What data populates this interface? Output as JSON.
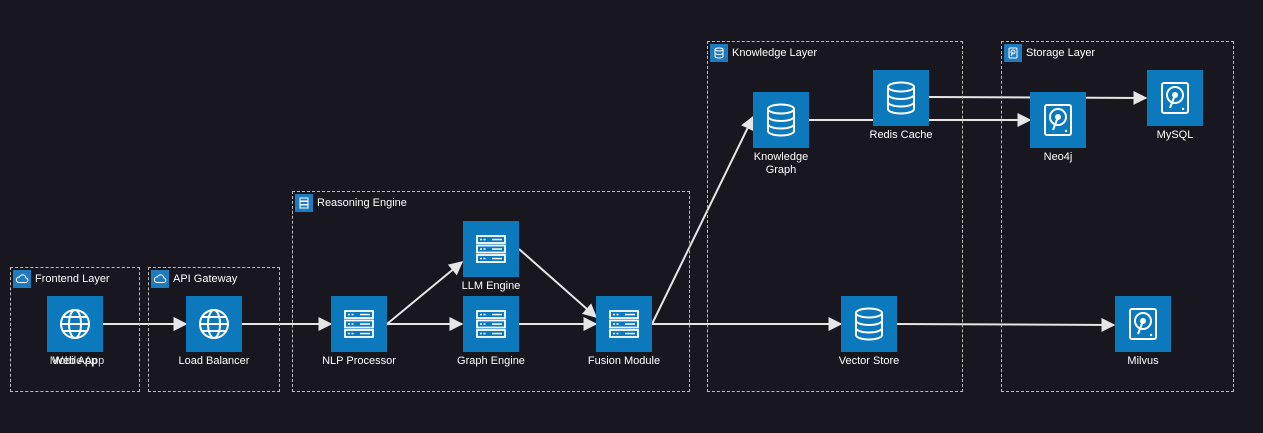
{
  "colors": {
    "background": "#18161f",
    "node_fill": "#0c79bd",
    "group_border": "#bcbcbc",
    "edge": "#e6e6e6",
    "text": "#ffffff"
  },
  "groups": [
    {
      "id": "frontend",
      "label": "Frontend Layer",
      "icon": "cloud-icon"
    },
    {
      "id": "gateway",
      "label": "API Gateway",
      "icon": "cloud-icon"
    },
    {
      "id": "reasoning",
      "label": "Reasoning Engine",
      "icon": "server-icon"
    },
    {
      "id": "knowledge",
      "label": "Knowledge Layer",
      "icon": "database-icon"
    },
    {
      "id": "storage",
      "label": "Storage Layer",
      "icon": "harddisk-icon"
    }
  ],
  "nodes": {
    "web_app": {
      "label": "Web App",
      "icon": "globe-icon"
    },
    "mobile_app": {
      "label": "Mobile App",
      "icon": "globe-icon"
    },
    "load_balancer": {
      "label": "Load Balancer",
      "icon": "globe-icon"
    },
    "nlp_processor": {
      "label": "NLP Processor",
      "icon": "server-icon"
    },
    "llm_engine": {
      "label": "LLM Engine",
      "icon": "server-icon"
    },
    "graph_engine": {
      "label": "Graph Engine",
      "icon": "server-icon"
    },
    "fusion_module": {
      "label": "Fusion Module",
      "icon": "server-icon"
    },
    "knowledge_graph": {
      "label": "Knowledge\nGraph",
      "icon": "database-icon"
    },
    "redis_cache": {
      "label": "Redis Cache",
      "icon": "database-icon"
    },
    "vector_store": {
      "label": "Vector Store",
      "icon": "database-icon"
    },
    "neo4j": {
      "label": "Neo4j",
      "icon": "harddisk-icon"
    },
    "mysql": {
      "label": "MySQL",
      "icon": "harddisk-icon"
    },
    "milvus": {
      "label": "Milvus",
      "icon": "harddisk-icon"
    }
  },
  "edges": [
    {
      "from": "web_app",
      "to": "load_balancer"
    },
    {
      "from": "mobile_app",
      "to": "load_balancer"
    },
    {
      "from": "load_balancer",
      "to": "nlp_processor"
    },
    {
      "from": "nlp_processor",
      "to": "llm_engine"
    },
    {
      "from": "nlp_processor",
      "to": "graph_engine"
    },
    {
      "from": "llm_engine",
      "to": "fusion_module"
    },
    {
      "from": "graph_engine",
      "to": "fusion_module"
    },
    {
      "from": "fusion_module",
      "to": "knowledge_graph"
    },
    {
      "from": "fusion_module",
      "to": "vector_store"
    },
    {
      "from": "knowledge_graph",
      "to": "neo4j"
    },
    {
      "from": "redis_cache",
      "to": "mysql"
    },
    {
      "from": "vector_store",
      "to": "milvus"
    }
  ]
}
